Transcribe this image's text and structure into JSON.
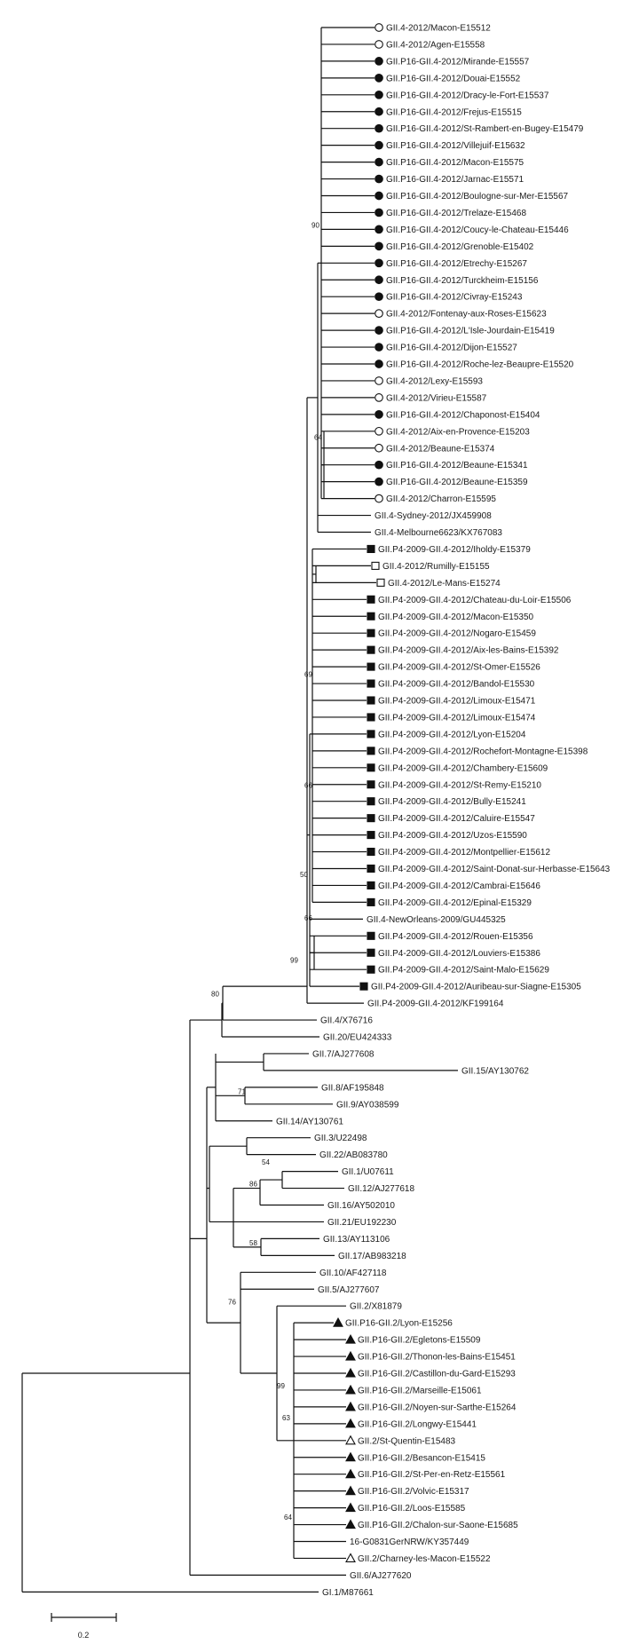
{
  "tree": {
    "symbols": {
      "filled_circle": "#111111",
      "open_circle": "#ffffff",
      "filled_square": "#111111",
      "open_square": "#ffffff",
      "filled_triangle": "#111111",
      "open_triangle": "#ffffff"
    },
    "leaves": [
      {
        "label": "GII.4-2012/Macon-E15512",
        "marker": "open_circle"
      },
      {
        "label": "GII.4-2012/Agen-E15558",
        "marker": "open_circle"
      },
      {
        "label": "GII.P16-GII.4-2012/Mirande-E15557",
        "marker": "filled_circle"
      },
      {
        "label": "GII.P16-GII.4-2012/Douai-E15552",
        "marker": "filled_circle"
      },
      {
        "label": "GII.P16-GII.4-2012/Dracy-le-Fort-E15537",
        "marker": "filled_circle"
      },
      {
        "label": "GII.P16-GII.4-2012/Frejus-E15515",
        "marker": "filled_circle"
      },
      {
        "label": "GII.P16-GII.4-2012/St-Rambert-en-Bugey-E15479",
        "marker": "filled_circle"
      },
      {
        "label": "GII.P16-GII.4-2012/Villejuif-E15632",
        "marker": "filled_circle"
      },
      {
        "label": "GII.P16-GII.4-2012/Macon-E15575",
        "marker": "filled_circle"
      },
      {
        "label": "GII.P16-GII.4-2012/Jarnac-E15571",
        "marker": "filled_circle"
      },
      {
        "label": "GII.P16-GII.4-2012/Boulogne-sur-Mer-E15567",
        "marker": "filled_circle"
      },
      {
        "label": "GII.P16-GII.4-2012/Trelaze-E15468",
        "marker": "filled_circle"
      },
      {
        "label": "GII.P16-GII.4-2012/Coucy-le-Chateau-E15446",
        "marker": "filled_circle"
      },
      {
        "label": "GII.P16-GII.4-2012/Grenoble-E15402",
        "marker": "filled_circle"
      },
      {
        "label": "GII.P16-GII.4-2012/Etrechy-E15267",
        "marker": "filled_circle"
      },
      {
        "label": "GII.P16-GII.4-2012/Turckheim-E15156",
        "marker": "filled_circle"
      },
      {
        "label": "GII.P16-GII.4-2012/Civray-E15243",
        "marker": "filled_circle"
      },
      {
        "label": "GII.4-2012/Fontenay-aux-Roses-E15623",
        "marker": "open_circle"
      },
      {
        "label": "GII.P16-GII.4-2012/L'Isle-Jourdain-E15419",
        "marker": "filled_circle"
      },
      {
        "label": "GII.P16-GII.4-2012/Dijon-E15527",
        "marker": "filled_circle"
      },
      {
        "label": "GII.P16-GII.4-2012/Roche-lez-Beaupre-E15520",
        "marker": "filled_circle"
      },
      {
        "label": "GII.4-2012/Lexy-E15593",
        "marker": "open_circle"
      },
      {
        "label": "GII.4-2012/Virieu-E15587",
        "marker": "open_circle"
      },
      {
        "label": "GII.P16-GII.4-2012/Chaponost-E15404",
        "marker": "filled_circle"
      },
      {
        "label": "GII.4-2012/Aix-en-Provence-E15203",
        "marker": "open_circle"
      },
      {
        "label": "GII.4-2012/Beaune-E15374",
        "marker": "open_circle"
      },
      {
        "label": "GII.P16-GII.4-2012/Beaune-E15341",
        "marker": "filled_circle"
      },
      {
        "label": "GII.P16-GII.4-2012/Beaune-E15359",
        "marker": "filled_circle"
      },
      {
        "label": "GII.4-2012/Charron-E15595",
        "marker": "open_circle"
      },
      {
        "label": "GII.4-Sydney-2012/JX459908",
        "marker": "none"
      },
      {
        "label": "GII.4-Melbourne6623/KX767083",
        "marker": "none"
      },
      {
        "label": "GII.P4-2009-GII.4-2012/Iholdy-E15379",
        "marker": "filled_square"
      },
      {
        "label": "GII.4-2012/Rumilly-E15155",
        "marker": "open_square"
      },
      {
        "label": "GII.4-2012/Le-Mans-E15274",
        "marker": "open_square"
      },
      {
        "label": "GII.P4-2009-GII.4-2012/Chateau-du-Loir-E15506",
        "marker": "filled_square"
      },
      {
        "label": "GII.P4-2009-GII.4-2012/Macon-E15350",
        "marker": "filled_square"
      },
      {
        "label": "GII.P4-2009-GII.4-2012/Nogaro-E15459",
        "marker": "filled_square"
      },
      {
        "label": "GII.P4-2009-GII.4-2012/Aix-les-Bains-E15392",
        "marker": "filled_square"
      },
      {
        "label": "GII.P4-2009-GII.4-2012/St-Omer-E15526",
        "marker": "filled_square"
      },
      {
        "label": "GII.P4-2009-GII.4-2012/Bandol-E15530",
        "marker": "filled_square"
      },
      {
        "label": "GII.P4-2009-GII.4-2012/Limoux-E15471",
        "marker": "filled_square"
      },
      {
        "label": "GII.P4-2009-GII.4-2012/Limoux-E15474",
        "marker": "filled_square"
      },
      {
        "label": "GII.P4-2009-GII.4-2012/Lyon-E15204",
        "marker": "filled_square"
      },
      {
        "label": "GII.P4-2009-GII.4-2012/Rochefort-Montagne-E15398",
        "marker": "filled_square"
      },
      {
        "label": "GII.P4-2009-GII.4-2012/Chambery-E15609",
        "marker": "filled_square"
      },
      {
        "label": "GII.P4-2009-GII.4-2012/St-Remy-E15210",
        "marker": "filled_square"
      },
      {
        "label": "GII.P4-2009-GII.4-2012/Bully-E15241",
        "marker": "filled_square"
      },
      {
        "label": "GII.P4-2009-GII.4-2012/Caluire-E15547",
        "marker": "filled_square"
      },
      {
        "label": "GII.P4-2009-GII.4-2012/Uzos-E15590",
        "marker": "filled_square"
      },
      {
        "label": "GII.P4-2009-GII.4-2012/Montpellier-E15612",
        "marker": "filled_square"
      },
      {
        "label": "GII.P4-2009-GII.4-2012/Saint-Donat-sur-Herbasse-E15643",
        "marker": "filled_square"
      },
      {
        "label": "GII.P4-2009-GII.4-2012/Cambrai-E15646",
        "marker": "filled_square"
      },
      {
        "label": "GII.P4-2009-GII.4-2012/Epinal-E15329",
        "marker": "filled_square"
      },
      {
        "label": "GII.4-NewOrleans-2009/GU445325",
        "marker": "none"
      },
      {
        "label": "GII.P4-2009-GII.4-2012/Rouen-E15356",
        "marker": "filled_square"
      },
      {
        "label": "GII.P4-2009-GII.4-2012/Louviers-E15386",
        "marker": "filled_square"
      },
      {
        "label": "GII.P4-2009-GII.4-2012/Saint-Malo-E15629",
        "marker": "filled_square"
      },
      {
        "label": "GII.P4-2009-GII.4-2012/Auribeau-sur-Siagne-E15305",
        "marker": "filled_square"
      },
      {
        "label": "GII.P4-2009-GII.4-2012/KF199164",
        "marker": "none"
      },
      {
        "label": "GII.4/X76716",
        "marker": "none"
      },
      {
        "label": "GII.20/EU424333",
        "marker": "none"
      },
      {
        "label": "GII.7/AJ277608",
        "marker": "none"
      },
      {
        "label": "GII.15/AY130762",
        "marker": "none"
      },
      {
        "label": "GII.8/AF195848",
        "marker": "none"
      },
      {
        "label": "GII.9/AY038599",
        "marker": "none"
      },
      {
        "label": "GII.14/AY130761",
        "marker": "none"
      },
      {
        "label": "GII.3/U22498",
        "marker": "none"
      },
      {
        "label": "GII.22/AB083780",
        "marker": "none"
      },
      {
        "label": "GII.1/U07611",
        "marker": "none"
      },
      {
        "label": "GII.12/AJ277618",
        "marker": "none"
      },
      {
        "label": "GII.16/AY502010",
        "marker": "none"
      },
      {
        "label": "GII.21/EU192230",
        "marker": "none"
      },
      {
        "label": "GII.13/AY113106",
        "marker": "none"
      },
      {
        "label": "GII.17/AB983218",
        "marker": "none"
      },
      {
        "label": "GII.10/AF427118",
        "marker": "none"
      },
      {
        "label": "GII.5/AJ277607",
        "marker": "none"
      },
      {
        "label": "GII.2/X81879",
        "marker": "none"
      },
      {
        "label": "GII.P16-GII.2/Lyon-E15256",
        "marker": "filled_triangle"
      },
      {
        "label": "GII.P16-GII.2/Egletons-E15509",
        "marker": "filled_triangle"
      },
      {
        "label": "GII.P16-GII.2/Thonon-les-Bains-E15451",
        "marker": "filled_triangle"
      },
      {
        "label": "GII.P16-GII.2/Castillon-du-Gard-E15293",
        "marker": "filled_triangle"
      },
      {
        "label": "GII.P16-GII.2/Marseille-E15061",
        "marker": "filled_triangle"
      },
      {
        "label": "GII.P16-GII.2/Noyen-sur-Sarthe-E15264",
        "marker": "filled_triangle"
      },
      {
        "label": "GII.P16-GII.2/Longwy-E15441",
        "marker": "filled_triangle"
      },
      {
        "label": "GII.2/St-Quentin-E15483",
        "marker": "open_triangle"
      },
      {
        "label": "GII.P16-GII.2/Besancon-E15415",
        "marker": "filled_triangle"
      },
      {
        "label": "GII.P16-GII.2/St-Per-en-Retz-E15561",
        "marker": "filled_triangle"
      },
      {
        "label": "GII.P16-GII.2/Volvic-E15317",
        "marker": "filled_triangle"
      },
      {
        "label": "GII.P16-GII.2/Loos-E15585",
        "marker": "filled_triangle"
      },
      {
        "label": "GII.P16-GII.2/Chalon-sur-Saone-E15685",
        "marker": "filled_triangle"
      },
      {
        "label": "16-G0831GerNRW/KY357449",
        "marker": "none"
      },
      {
        "label": "GII.2/Charney-les-Macon-E15522",
        "marker": "open_triangle"
      },
      {
        "label": "GII.6/AJ277620",
        "marker": "none"
      },
      {
        "label": "GI.1/M87661",
        "marker": "none"
      }
    ],
    "bootstrap": [
      "90",
      "64",
      "69",
      "66",
      "50",
      "99",
      "66",
      "80",
      "71",
      "54",
      "86",
      "58",
      "76",
      "99",
      "63",
      "64"
    ],
    "scale_bar_label": "0.2"
  }
}
